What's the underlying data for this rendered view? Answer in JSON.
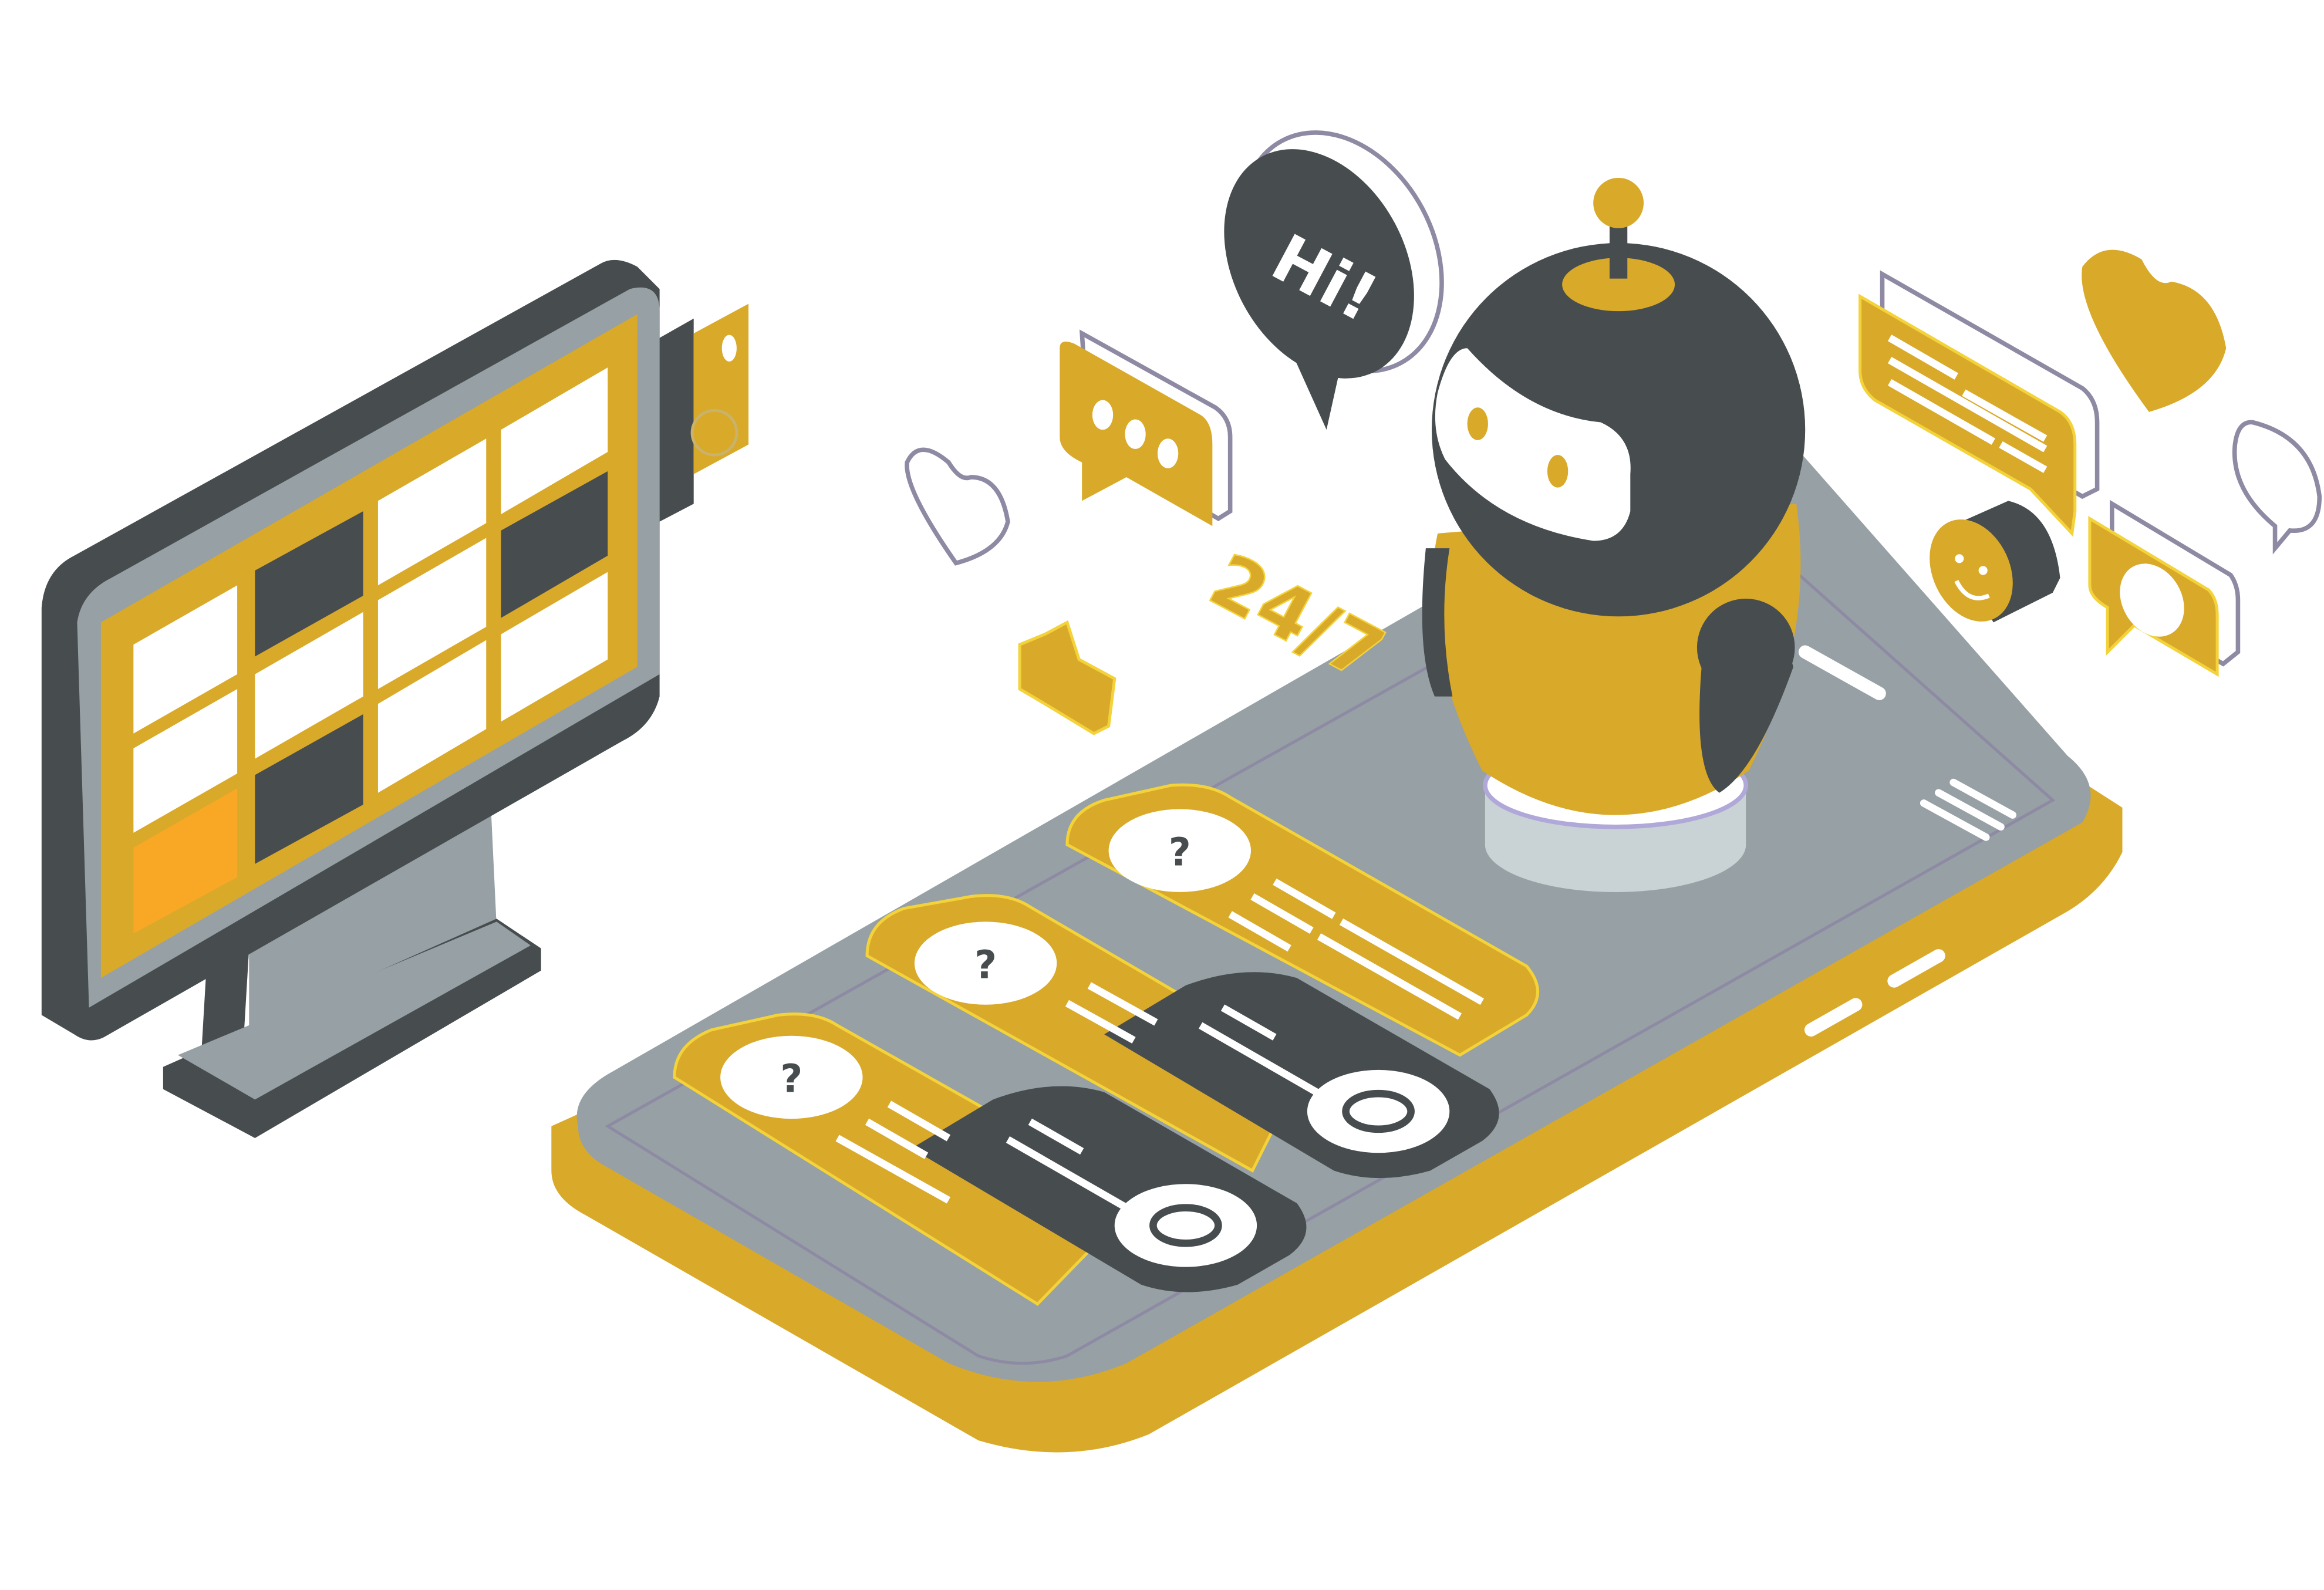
{
  "illustration": {
    "greeting_bubble": {
      "text": "Hi!"
    },
    "availability_badge": {
      "text": "24/7"
    },
    "icons": [
      "monitor-calendar-grid",
      "robot-chatbot",
      "smartphone",
      "chat-bubble",
      "heart",
      "thumbs-up",
      "smiley-face",
      "message-lines",
      "question-card",
      "answer-card",
      "globe"
    ]
  },
  "colors": {
    "gold": "#D9A92A",
    "dark": "#474C4F",
    "gray": "#96A0A5",
    "orange": "#F9A825",
    "white": "#FFFFFF",
    "outline": "#8E8AA3"
  }
}
